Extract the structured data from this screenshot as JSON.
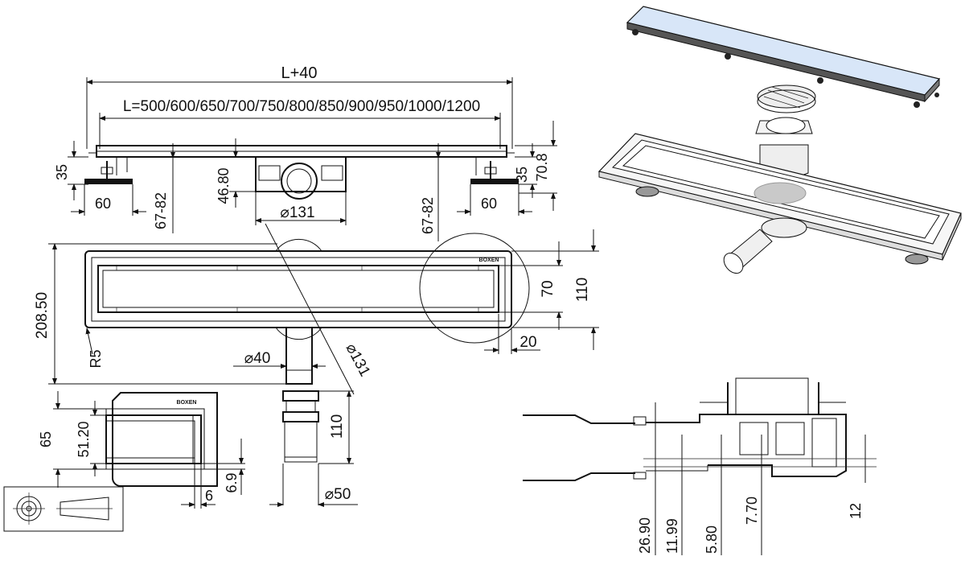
{
  "dimensions": {
    "total_length": "L+40",
    "length_options": "L=500/600/650/700/750/800/850/900/950/1000/1200",
    "side_height": "35",
    "foot_width_left": "60",
    "foot_range_left": "67-82",
    "center_depth": "46.80",
    "outlet_diameter": "⌀131",
    "foot_range_right": "67-82",
    "foot_width_right": "60",
    "right_height": "35",
    "total_height": "70.8",
    "plan_width": "208.50",
    "corner_radius": "R5",
    "pipe_diameter": "⌀40",
    "flange_diameter": "⌀131",
    "grate_width": "70",
    "body_width": "110",
    "edge_offset": "20",
    "detail_height": "65",
    "detail_inner": "51.20",
    "detail_lip": "6.9",
    "detail_gap": "6",
    "pipe_length": "110",
    "pipe_outlet": "⌀50",
    "sec_a": "26.90",
    "sec_b": "11.99",
    "sec_c": "5.80",
    "sec_d": "7.70",
    "sec_e": "12"
  },
  "brand": "BOXEN",
  "colors": {
    "line": "#111111",
    "glass": "#d8e6f8",
    "shade": "#c9c9c9"
  }
}
